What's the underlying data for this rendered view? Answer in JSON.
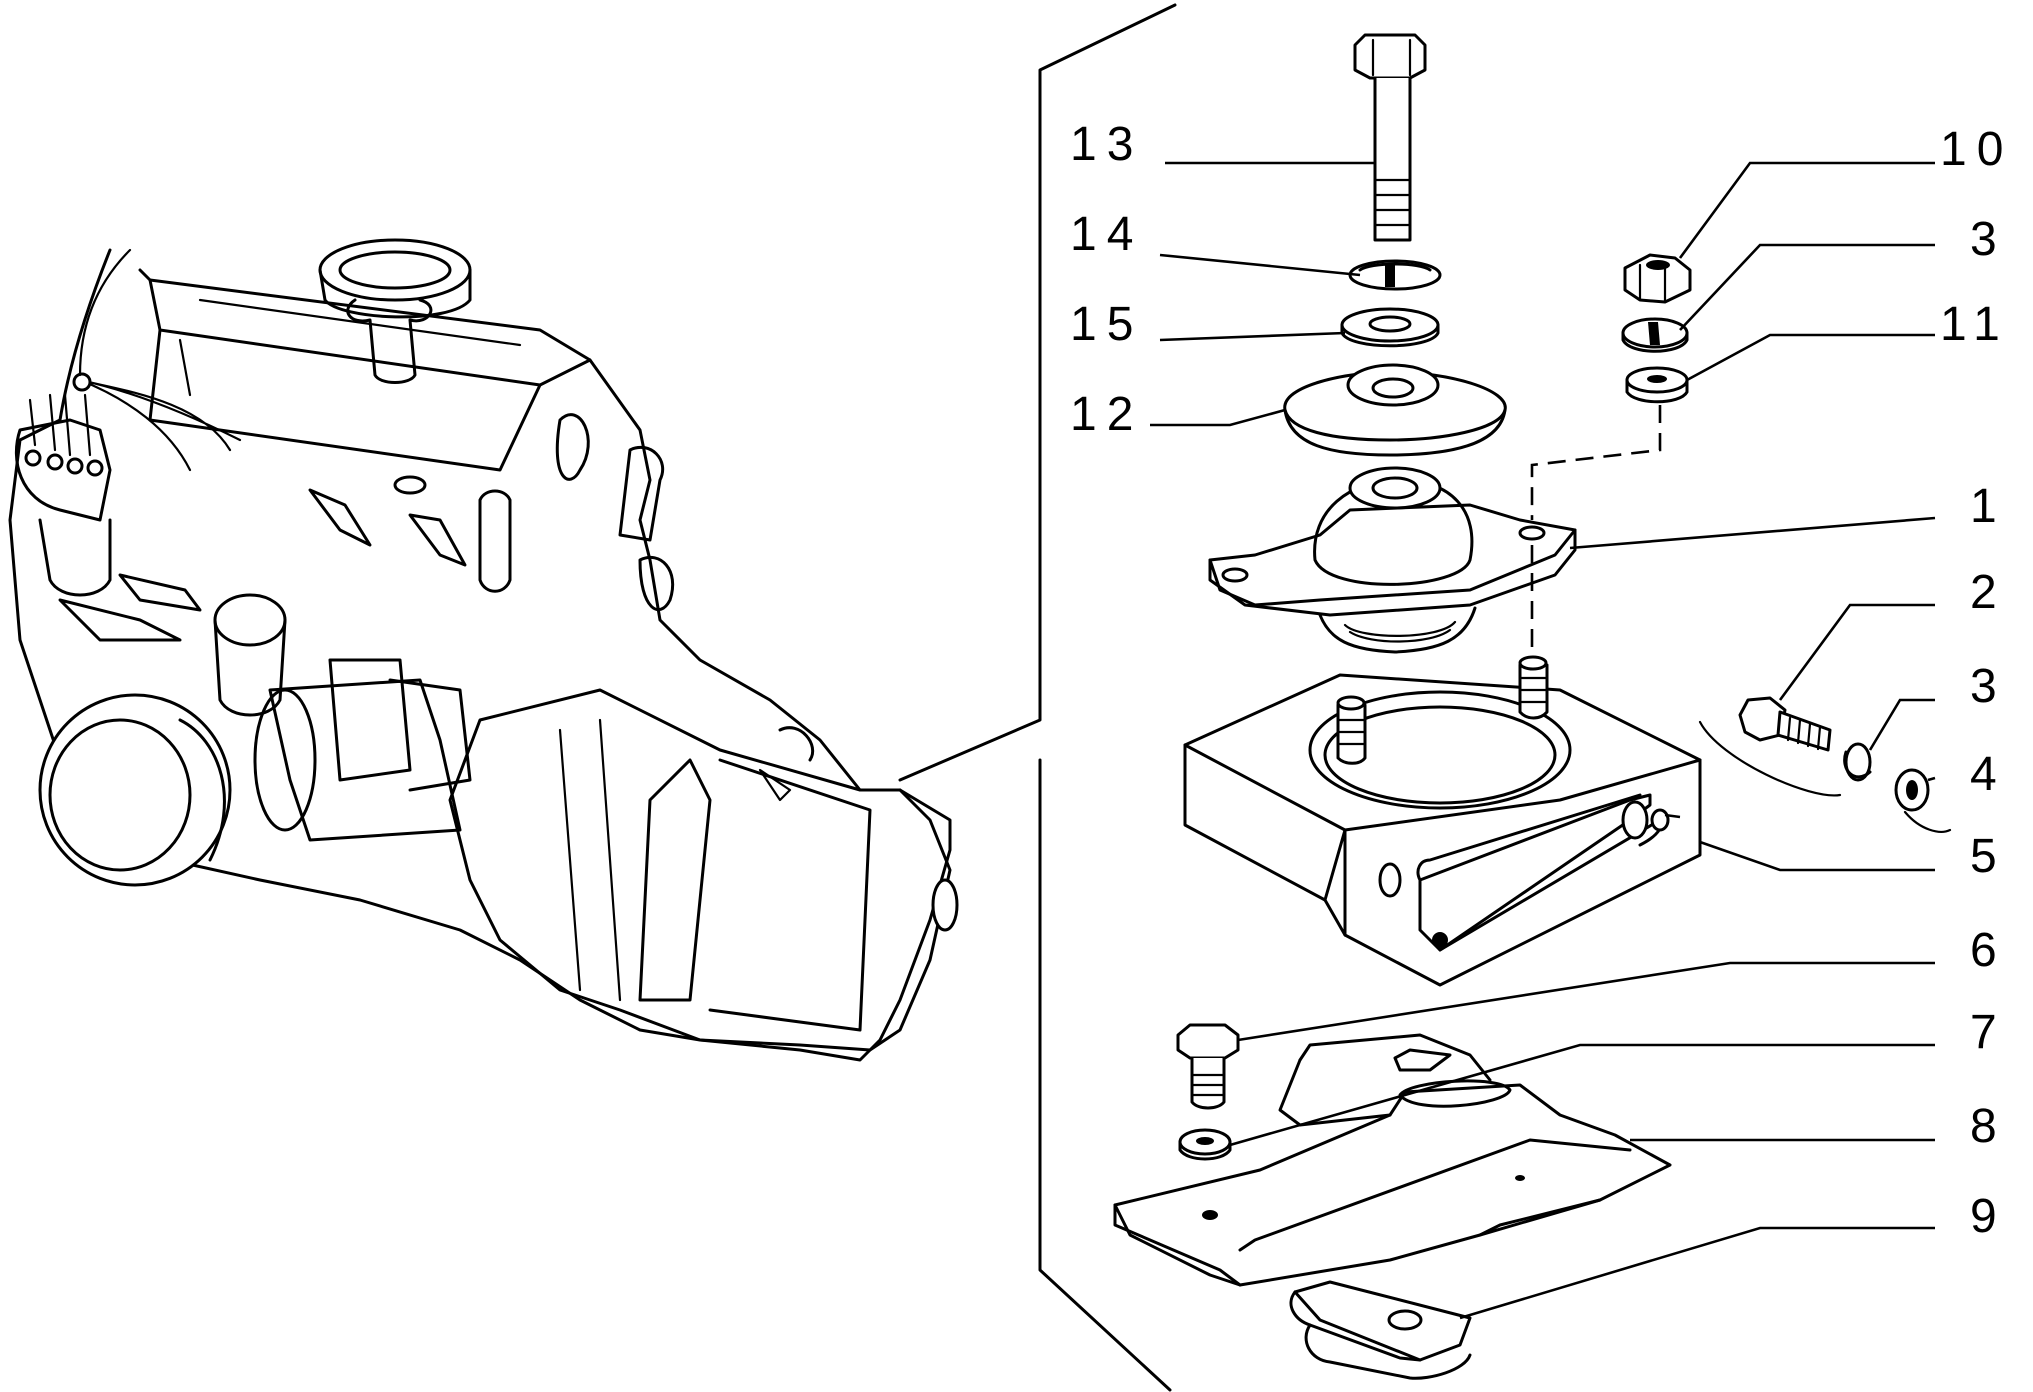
{
  "callouts": {
    "c13": "13",
    "c14": "14",
    "c15": "15",
    "c12": "12",
    "c10": "10",
    "c3a": "3",
    "c11": "11",
    "c1": "1",
    "c2": "2",
    "c3b": "3",
    "c4": "4",
    "c5": "5",
    "c6": "6",
    "c7": "7",
    "c8": "8",
    "c9": "9"
  },
  "colors": {
    "line": "#000000",
    "background": "#ffffff"
  }
}
